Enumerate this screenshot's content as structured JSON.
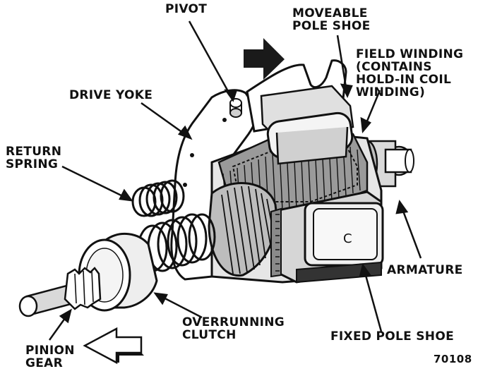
{
  "labels": {
    "pivot": "PIVOT",
    "moveable_pole_shoe": [
      "MOVEABLE",
      "POLE SHOE"
    ],
    "field_winding": [
      "FIELD WINDING",
      "(CONTAINS",
      "HOLD-IN COIL",
      "WINDING)"
    ],
    "drive_yoke": "DRIVE YOKE",
    "return_spring": [
      "RETURN",
      "SPRING"
    ],
    "armature": "ARMATURE",
    "overrunning_clutch": [
      "OVERRUNNING",
      "CLUTCH"
    ],
    "fixed_pole_shoe": "FIXED POLE SHOE",
    "pinion_gear": [
      "PINION",
      "GEAR"
    ],
    "pole_marker": "C"
  },
  "figure_number": "70108"
}
